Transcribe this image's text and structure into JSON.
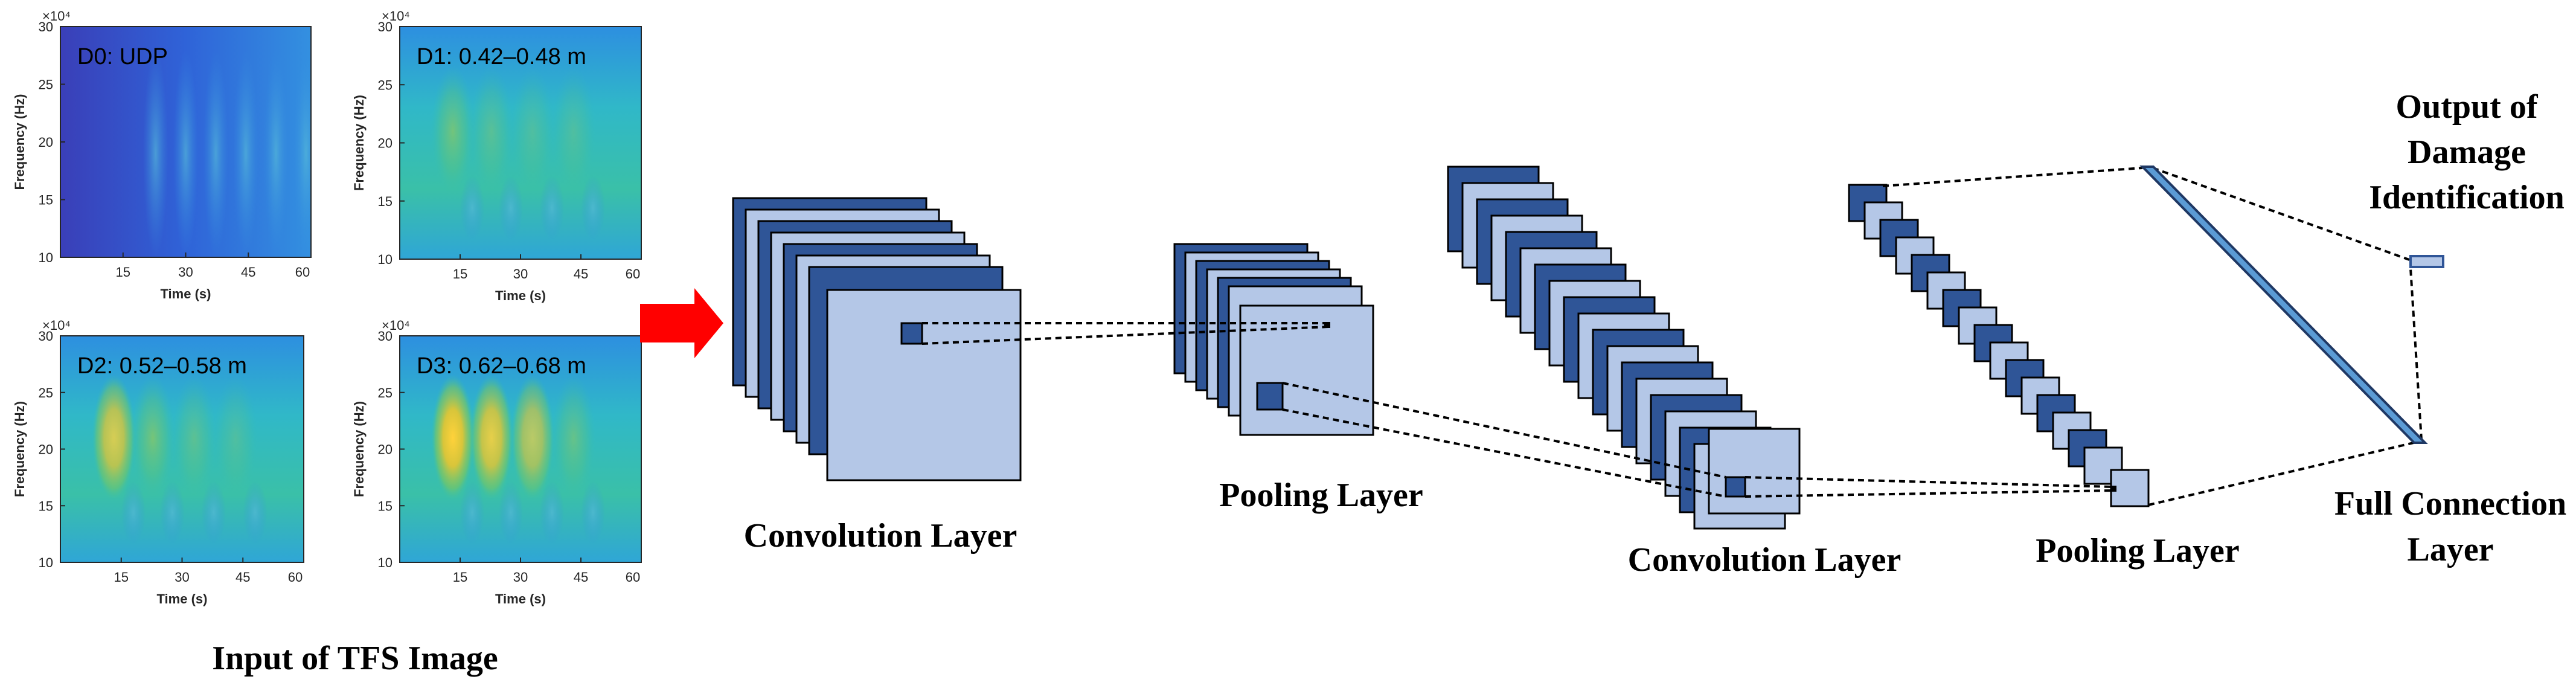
{
  "input_panels": [
    {
      "id": "d0",
      "label": "D0: UDP",
      "exponent_label": "×10⁴",
      "ylabel": "Frequency (Hz)",
      "xlabel": "Time (s)",
      "yticks": [
        "30",
        "25",
        "20",
        "15",
        "10"
      ],
      "xticks": [
        "15",
        "30",
        "45",
        "60"
      ],
      "intensity": 0.0
    },
    {
      "id": "d1",
      "label": "D1: 0.42–0.48 m",
      "exponent_label": "×10⁴",
      "ylabel": "Frequency (Hz)",
      "xlabel": "Time (s)",
      "yticks": [
        "30",
        "25",
        "20",
        "15",
        "10"
      ],
      "xticks": [
        "15",
        "30",
        "45",
        "60"
      ],
      "intensity": 0.45
    },
    {
      "id": "d2",
      "label": "D2: 0.52–0.58 m",
      "exponent_label": "×10⁴",
      "ylabel": "Frequency (Hz)",
      "xlabel": "Time (s)",
      "yticks": [
        "30",
        "25",
        "20",
        "15",
        "10"
      ],
      "xticks": [
        "15",
        "30",
        "45",
        "60"
      ],
      "intensity": 0.7
    },
    {
      "id": "d3",
      "label": "D3: 0.62–0.68 m",
      "exponent_label": "×10⁴",
      "ylabel": "Frequency (Hz)",
      "xlabel": "Time (s)",
      "yticks": [
        "30",
        "25",
        "20",
        "15",
        "10"
      ],
      "xticks": [
        "15",
        "30",
        "45",
        "60"
      ],
      "intensity": 1.0
    }
  ],
  "labels": {
    "input": "Input of TFS Image",
    "conv1": "Convolution Layer",
    "pool1": "Pooling Layer",
    "conv2": "Convolution Layer",
    "pool2": "Pooling Layer",
    "full_connection_line1": "Full Connection",
    "full_connection_line2": "Layer",
    "output_line1": "Output of",
    "output_line2": "Damage",
    "output_line3": "Identification"
  },
  "colors": {
    "layer_dark": "#2F5597",
    "layer_light": "#B4C7E7",
    "arrow_red": "#FF0000",
    "fc_blue": "#5B9BD5"
  }
}
